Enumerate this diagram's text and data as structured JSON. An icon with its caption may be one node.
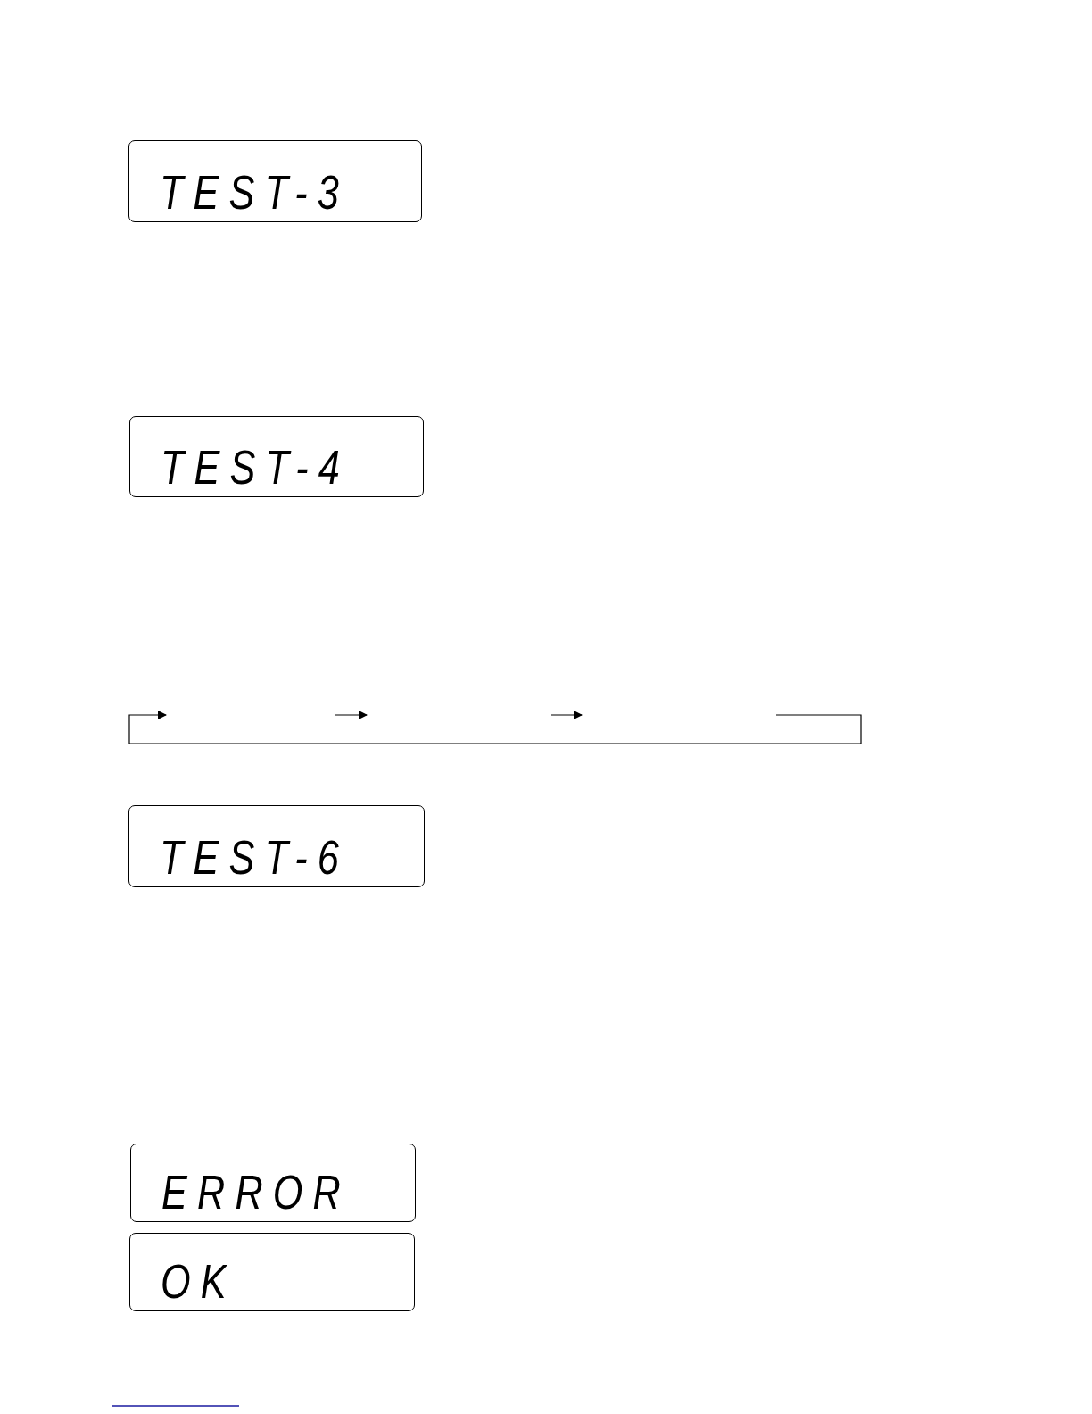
{
  "diagram": {
    "nodes": [
      {
        "text": [
          "TEST-3"
        ]
      },
      {
        "text": [
          "TEST-4"
        ]
      },
      {
        "text": [
          "TEST-6"
        ]
      },
      {
        "text": [
          "ERROR"
        ]
      },
      {
        "text": [
          "OK"
        ]
      }
    ]
  }
}
